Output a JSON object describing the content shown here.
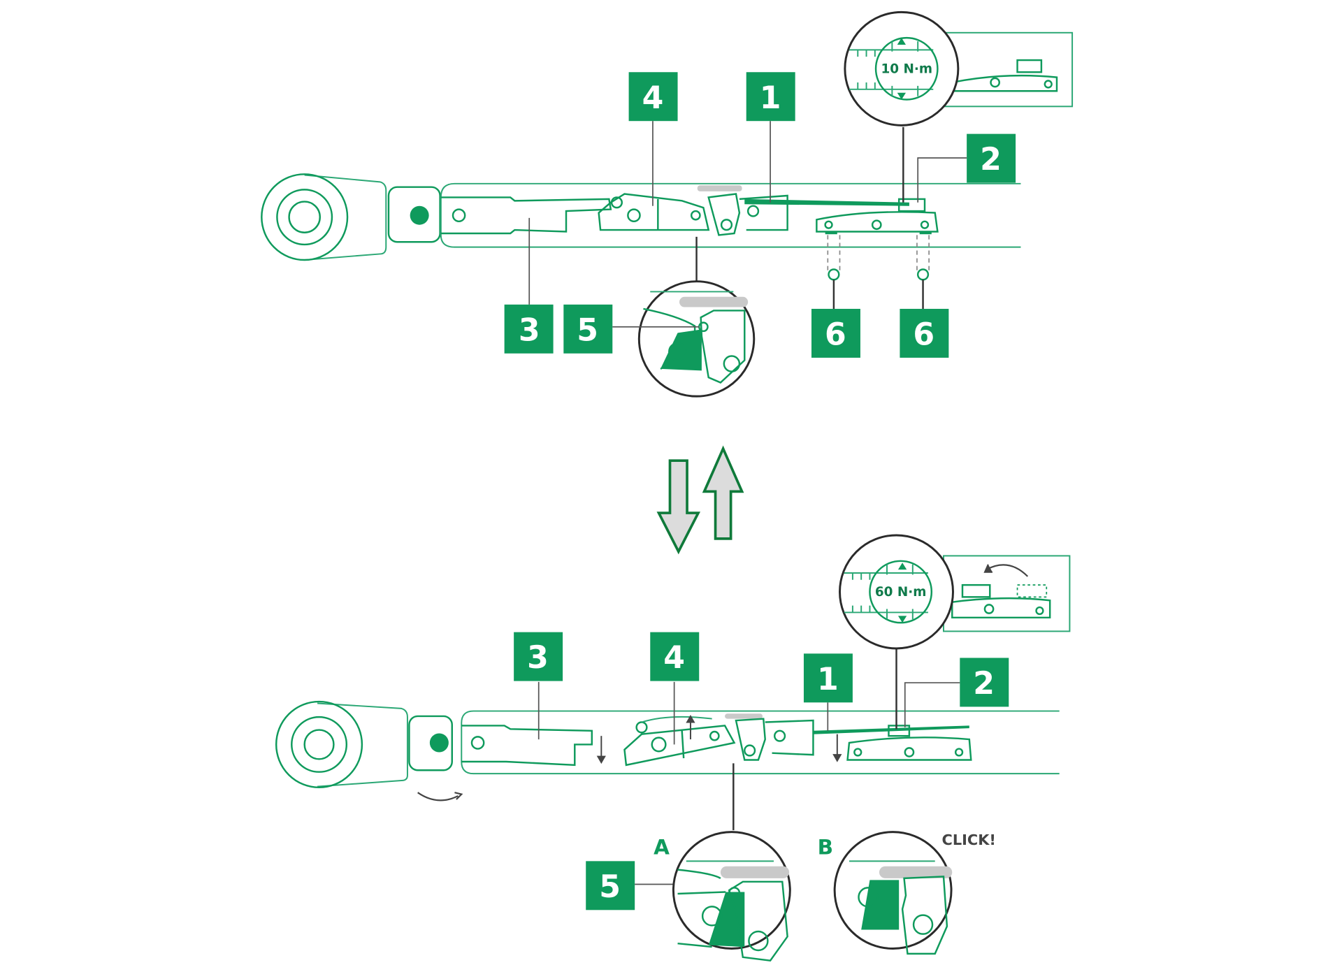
{
  "title": "Torque wrench click mechanism diagram",
  "colors": {
    "accent": "#0f9a5c",
    "outline": "#2a2a2a",
    "pad": "#c9c9c9"
  },
  "top": {
    "reading": "10 N·m",
    "labels": [
      "1",
      "2",
      "3",
      "4",
      "5",
      "6",
      "6"
    ]
  },
  "transition": {
    "icons": [
      "arrow-down-icon",
      "arrow-up-icon"
    ]
  },
  "bottom": {
    "reading": "60 N·m",
    "labels": [
      "1",
      "2",
      "3",
      "4",
      "5"
    ],
    "detail_a": "A",
    "detail_b": "B",
    "click_text": "CLICK!"
  }
}
